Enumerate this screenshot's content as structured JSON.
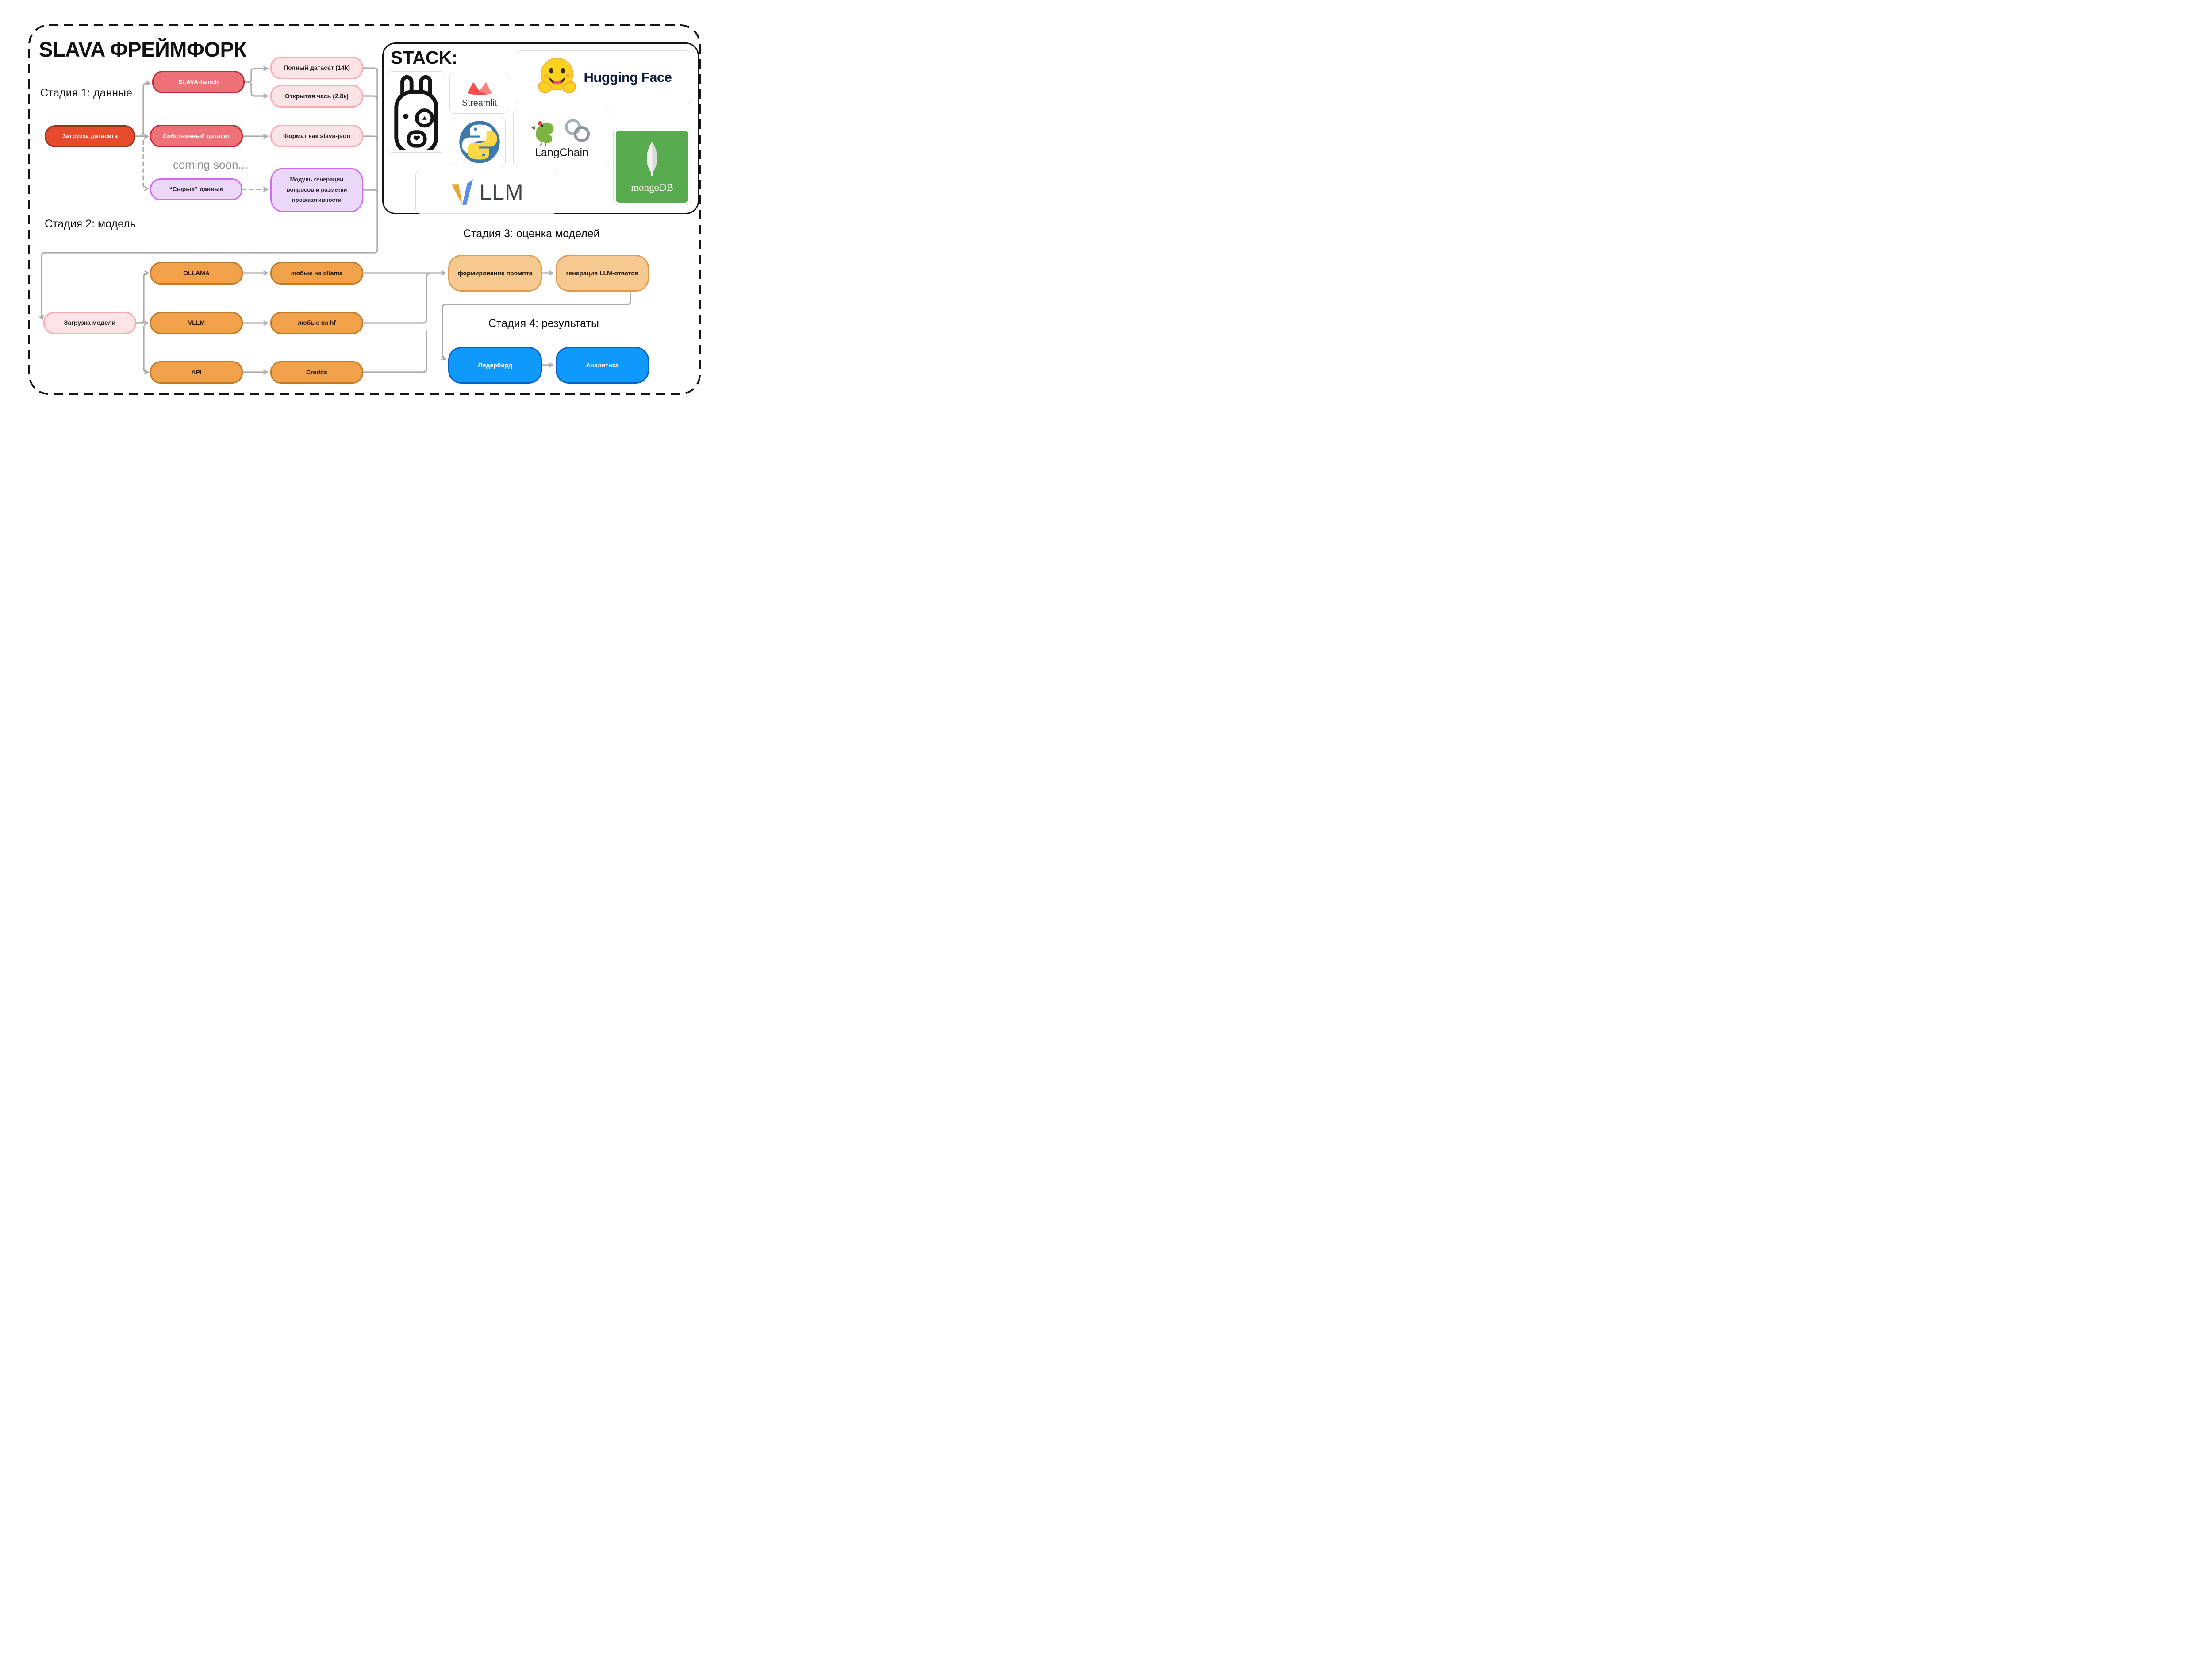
{
  "title": "SLAVA ФРЕЙМФОРК",
  "stage_labels": {
    "stage1": "Стадия 1: данные",
    "stage2": "Стадия 2:  модель",
    "stage3": "Стадия 3: оценка моделей",
    "stage4": "Стадия 4: результаты"
  },
  "annotations": {
    "coming_soon": "coming soon..."
  },
  "nodes": {
    "load_dataset": "Загрузка датасета",
    "slava_bench": "SLAVA-bench",
    "full_dataset": "Полный датасет (14k)",
    "open_part": "Открытая чась (2.8к)",
    "own_dataset": "Собственный датасет",
    "format_slava_json": "Формат как slava-json",
    "raw_data": "“Сырые” данные",
    "generation_module": "Модуль генерации вопросов и разметки провакативности",
    "load_model": "Загрузка модели",
    "ollama": "OLLAMA",
    "any_on_ollama": "любые на ollama",
    "vllm": "VLLM",
    "any_on_hf": "любые на hf",
    "api": "API",
    "credits": "Credits",
    "prompt_building": "формирование промпта",
    "llm_answer_generation": "генерация LLM-ответов",
    "leaderboard": "Лидерборд",
    "analytics": "Аналитика"
  },
  "stack": {
    "title": "STACK:",
    "streamlit": "Streamlit",
    "hugging_face": "Hugging Face",
    "langchain": "LangChain",
    "mongodb": "mongoDB",
    "vllm_wordmark": "LLM",
    "logos": [
      "ollama-llama",
      "streamlit",
      "hugging-face",
      "python",
      "langchain",
      "mongodb",
      "vllm"
    ]
  },
  "colors": {
    "load_dataset_fill": "#E84B2C",
    "load_dataset_border": "#943322",
    "bench_fill": "#EE7177",
    "bench_border": "#BE2B3C",
    "pink_fill": "#FCE3E5",
    "pink_border": "#FAAAB1",
    "purple_fill": "#EBD7F8",
    "purple_border": "#CE6BF2",
    "orange_fill": "#F0A14A",
    "orange_border": "#C07A28",
    "light_orange_fill": "#F5C98F",
    "light_orange_border": "#DE9C50",
    "blue_fill": "#0F99FA",
    "blue_border": "#0D5FC5",
    "connector_gray": "#ABABAB",
    "streamlit_red": "#FF4B4B",
    "mongo_green": "#58AB4F",
    "python_blue": "#3D7AAB",
    "python_yellow": "#FFD845",
    "hf_yellow": "#FFD21E",
    "vllm_yellow": "#E8A82E",
    "vllm_blue": "#5B8DEF"
  }
}
